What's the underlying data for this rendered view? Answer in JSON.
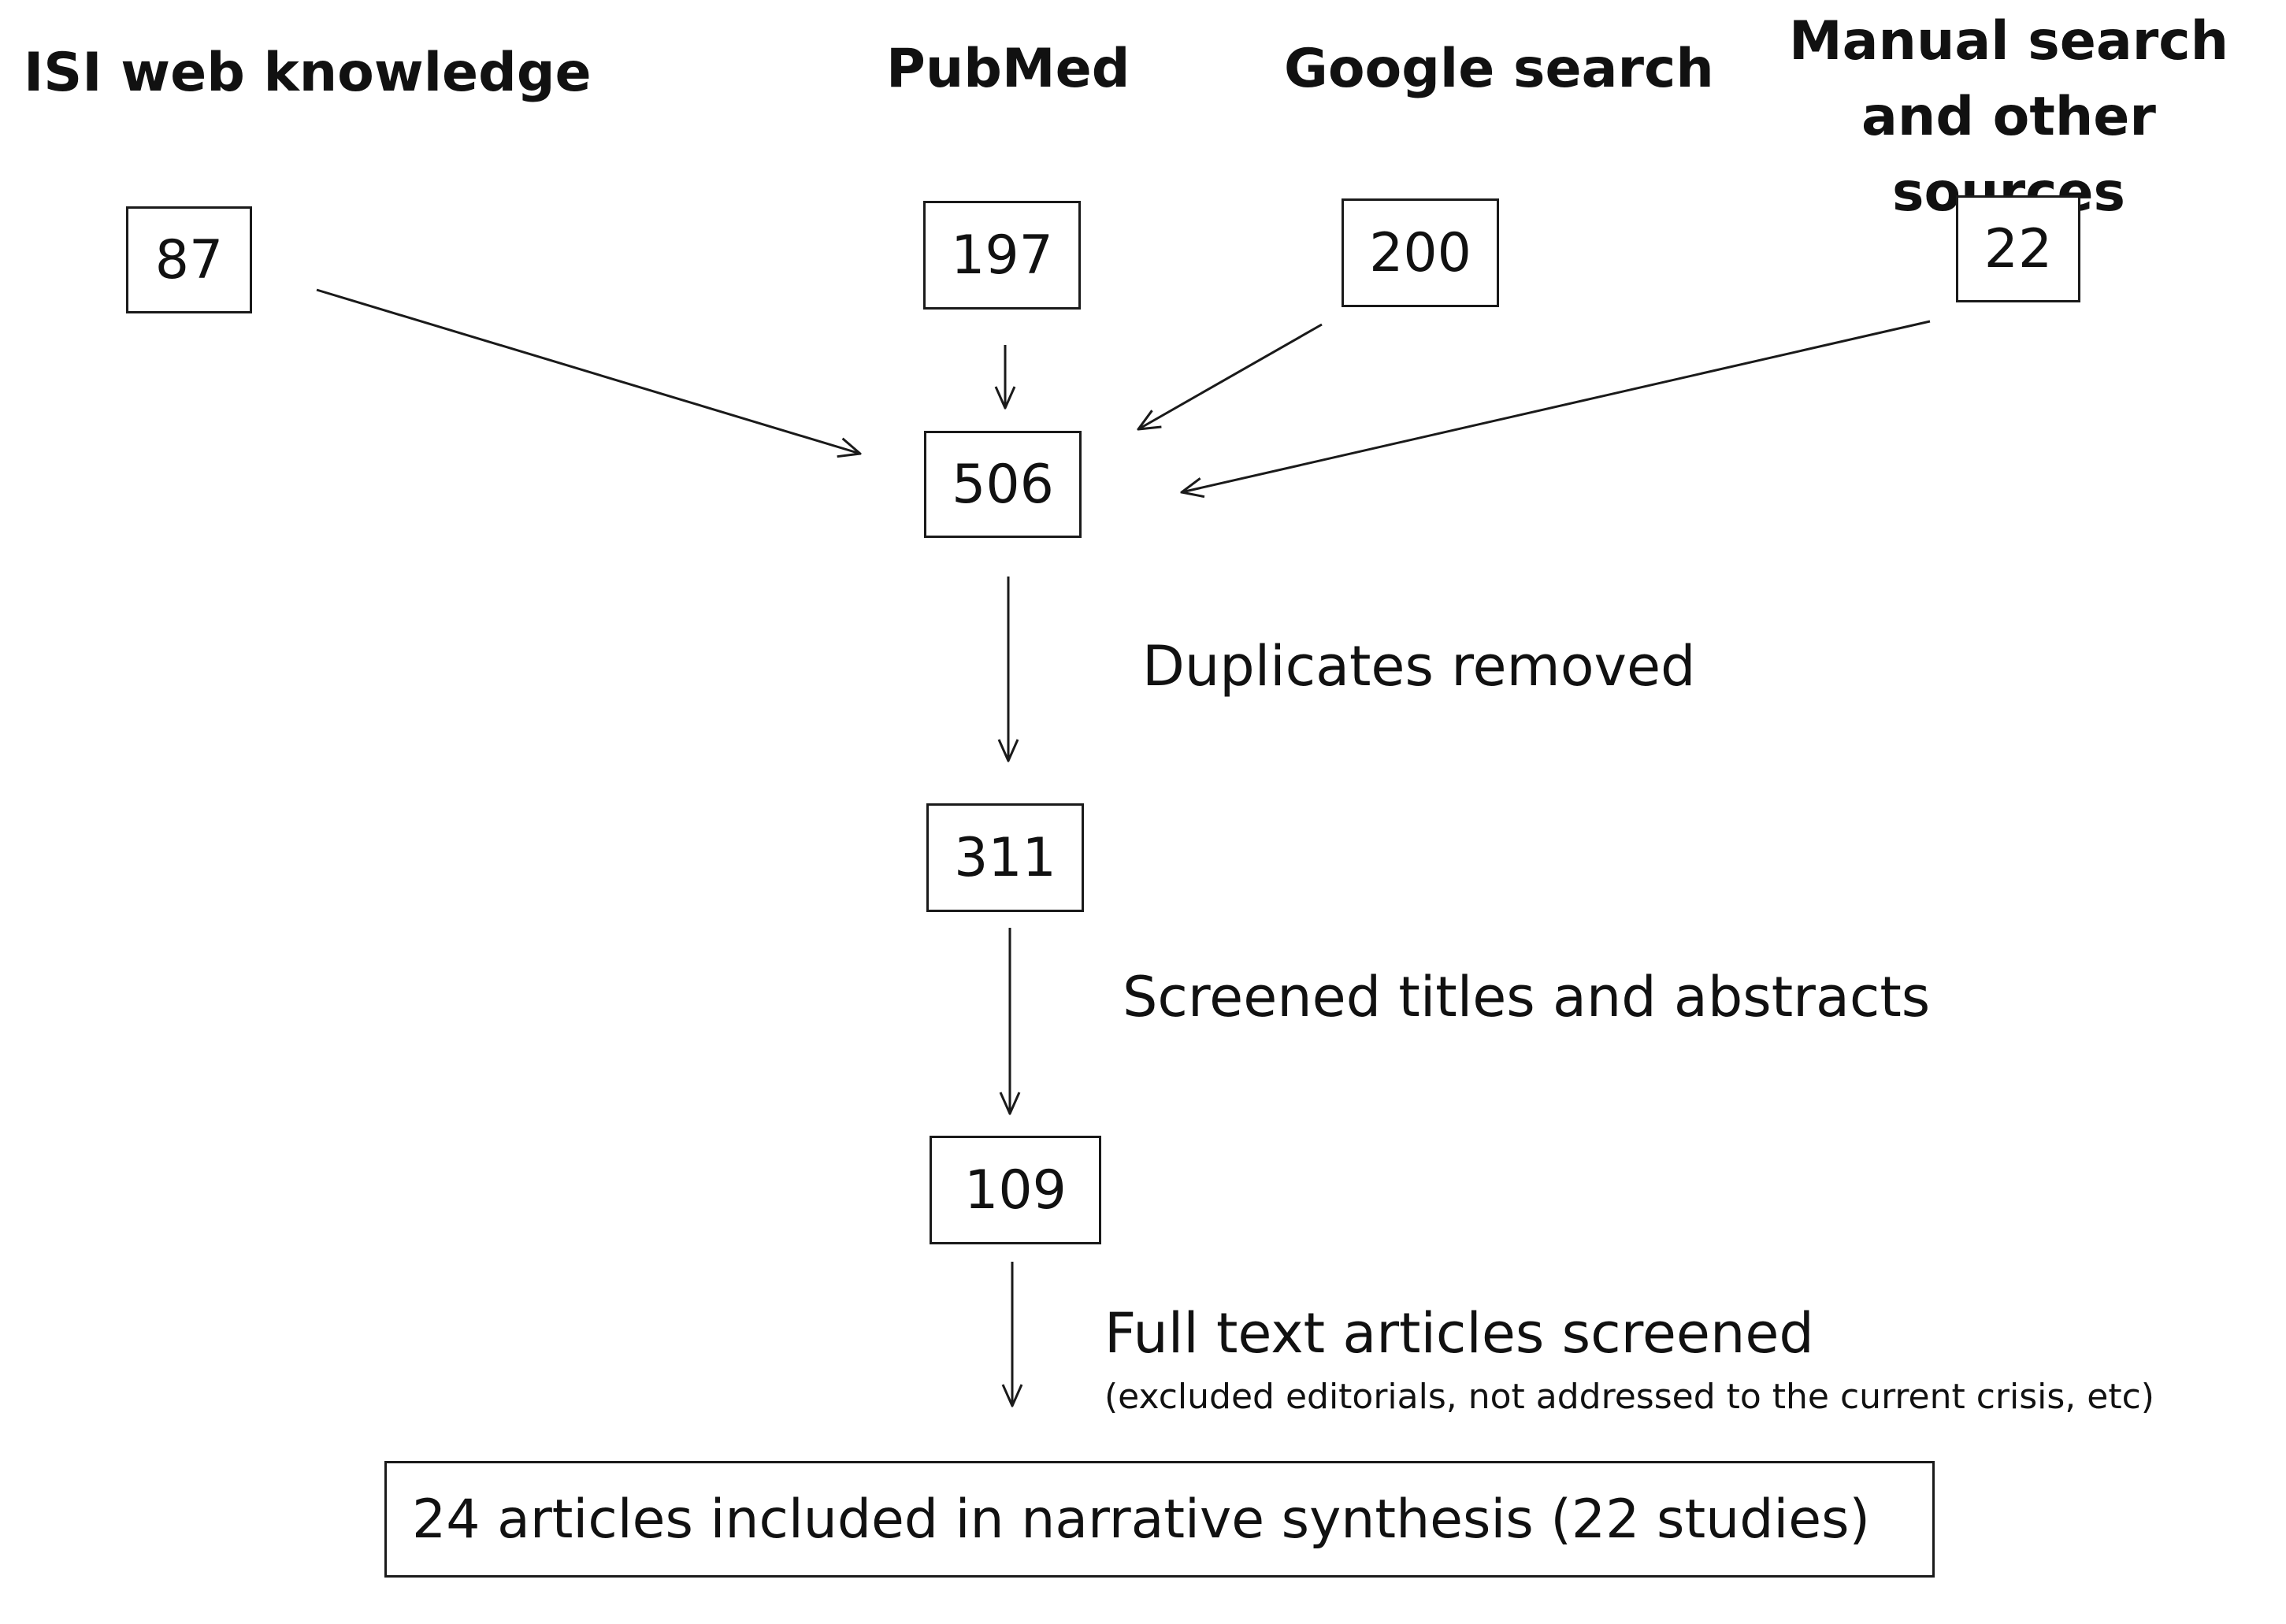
{
  "sources": [
    {
      "name": "ISI web knowledge",
      "count": "87"
    },
    {
      "name": "PubMed",
      "count": "197"
    },
    {
      "name": "Google search",
      "count": "200"
    },
    {
      "name": "Manual search and other sources",
      "count": "22"
    }
  ],
  "flow": {
    "combined": "506",
    "after_duplicates": "311",
    "after_screening": "109",
    "final": "24 articles included in narrative synthesis (22 studies)"
  },
  "steps": {
    "duplicates": "Duplicates removed",
    "screening": "Screened titles and abstracts",
    "fulltext": "Full text articles screened",
    "fulltext_note": "(excluded editorials, not addressed to the current crisis, etc)"
  }
}
